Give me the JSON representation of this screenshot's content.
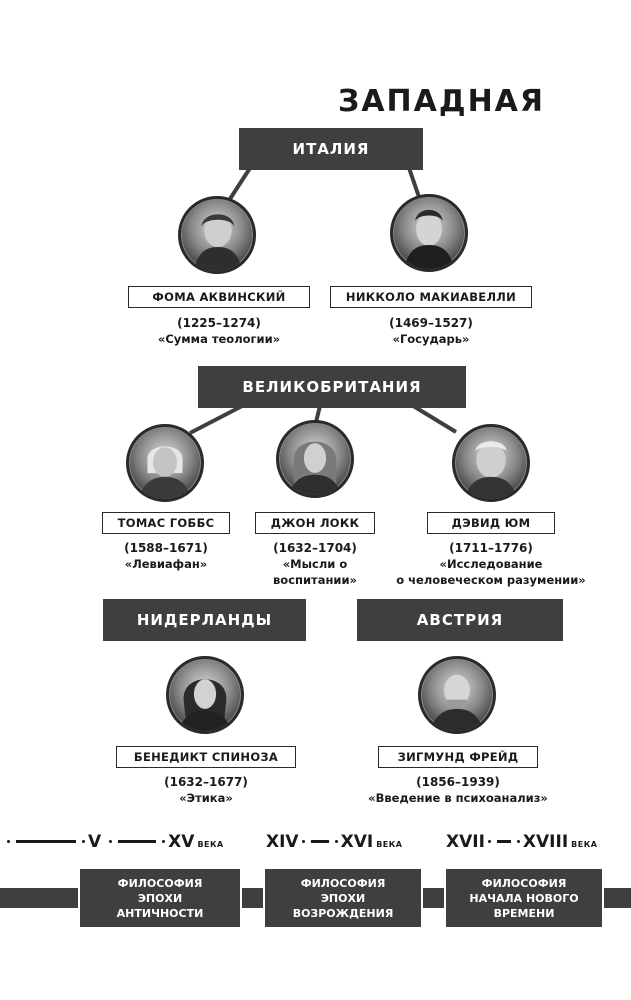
{
  "title": "ЗАПАДНАЯ",
  "countries": {
    "italy": "ИТАЛИЯ",
    "britain": "ВЕЛИКОБРИТАНИЯ",
    "netherlands": "НИДЕРЛАНДЫ",
    "austria": "АВСТРИЯ"
  },
  "philosophers": {
    "aquinas": {
      "name": "ФОМА АКВИНСКИЙ",
      "years": "(1225–1274)",
      "work": "«Сумма теологии»"
    },
    "machiavelli": {
      "name": "НИККОЛО МАКИАВЕЛЛИ",
      "years": "(1469–1527)",
      "work": "«Государь»"
    },
    "hobbes": {
      "name": "ТОМАС ГОББС",
      "years": "(1588–1671)",
      "work": "«Левиафан»"
    },
    "locke": {
      "name": "ДЖОН ЛОКК",
      "years": "(1632–1704)",
      "work_line1": "«Мысли о",
      "work_line2": "воспитании»"
    },
    "hume": {
      "name": "ДЭВИД ЮМ",
      "years": "(1711–1776)",
      "work_line1": "«Исследование",
      "work_line2": "о человеческом разумении»"
    },
    "spinoza": {
      "name": "БЕНЕДИКТ СПИНОЗА",
      "years": "(1632–1677)",
      "work": "«Этика»"
    },
    "freud": {
      "name": "ЗИГМУНД ФРЕЙД",
      "years": "(1856–1939)",
      "work": "«Введение в  психоанализ»"
    }
  },
  "timeline": {
    "period1": {
      "start": "V",
      "end": "XV",
      "suffix": "ВЕКА"
    },
    "period2": {
      "start": "XIV",
      "end": "XVI",
      "suffix": "ВЕКА"
    },
    "period3": {
      "start": "XVII",
      "end": "XVIII",
      "suffix": "ВЕКА"
    },
    "eras": [
      {
        "line1": "ФИЛОСОФИЯ",
        "line2": "ЭПОХИ",
        "line3": "АНТИЧНОСТИ"
      },
      {
        "line1": "ФИЛОСОФИЯ",
        "line2": "ЭПОХИ",
        "line3": "ВОЗРОЖДЕНИЯ"
      },
      {
        "line1": "ФИЛОСОФИЯ",
        "line2": "НАЧАЛА НОВОГО",
        "line3": "ВРЕМЕНИ"
      }
    ]
  },
  "colors": {
    "box_fill": "#3f3f3f",
    "text": "#1a1a1a",
    "background": "#ffffff"
  }
}
